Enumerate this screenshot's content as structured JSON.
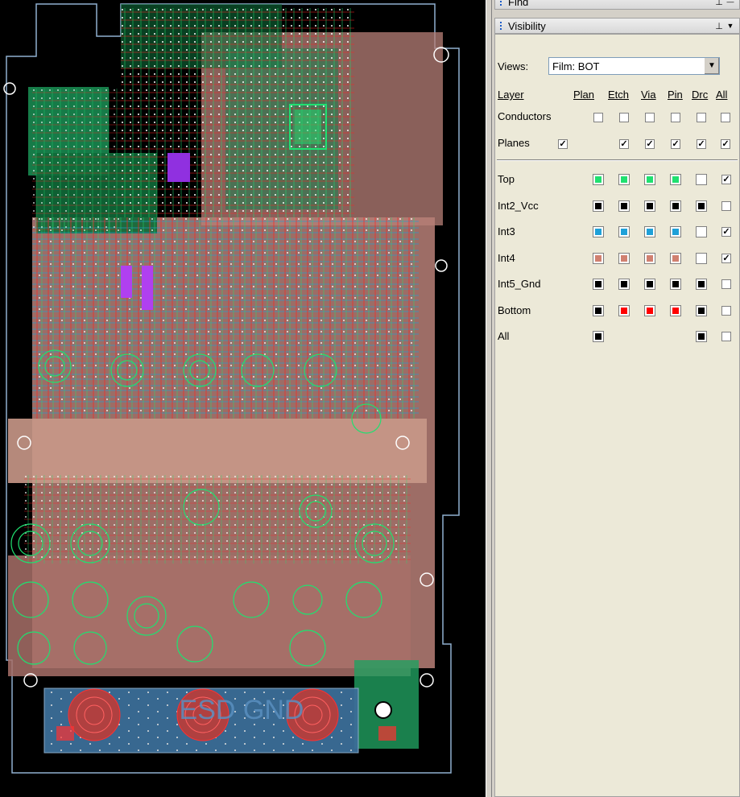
{
  "panels": {
    "find_title": "Find",
    "visibility_title": "Visibility",
    "pin_icon": "pin-icon",
    "menu_icon": "dropdown-arrow-icon"
  },
  "views": {
    "label": "Views:",
    "selected": "Film: BOT"
  },
  "columns": {
    "layer": "Layer",
    "plan": "Plan",
    "etch": "Etch",
    "via": "Via",
    "pin": "Pin",
    "drc": "Drc",
    "all": "All"
  },
  "global_rows": [
    {
      "label": "Conductors",
      "plan": false,
      "etch": false,
      "via": false,
      "pin": false,
      "drc": false,
      "all": false
    },
    {
      "label": "Planes",
      "plan": true,
      "etch": true,
      "via": true,
      "pin": true,
      "drc": true,
      "all": true
    }
  ],
  "layers": [
    {
      "name": "Top",
      "color": "#20e070",
      "plan": true,
      "etch": true,
      "via": true,
      "pin": true,
      "drc": "#ffffff",
      "all_checked": true
    },
    {
      "name": "Int2_Vcc",
      "color": "#000000",
      "plan": true,
      "etch": true,
      "via": true,
      "pin": true,
      "drc": "#000000",
      "all_checked": false
    },
    {
      "name": "Int3",
      "color": "#1ea0d8",
      "plan": true,
      "etch": true,
      "via": true,
      "pin": true,
      "drc": "#ffffff",
      "all_checked": true
    },
    {
      "name": "Int4",
      "color": "#d08070",
      "plan": true,
      "etch": true,
      "via": true,
      "pin": true,
      "drc": "#ffffff",
      "all_checked": true
    },
    {
      "name": "Int5_Gnd",
      "color": "#000000",
      "plan": true,
      "etch": true,
      "via": true,
      "pin": true,
      "drc": "#000000",
      "all_checked": false
    },
    {
      "name": "Bottom",
      "color": "#000000",
      "etch_color": "#ff0000",
      "via_color": "#ff0000",
      "pin_color": "#ff0000",
      "plan": true,
      "etch": true,
      "via": true,
      "pin": true,
      "drc": "#000000",
      "all_checked": false
    },
    {
      "name": "All",
      "color": "#000000",
      "plan": true,
      "etch": false,
      "via": false,
      "pin": false,
      "drc": "#000000",
      "all_checked": false
    }
  ],
  "board": {
    "silkscreen_text": "ESD GND",
    "background": "#000000",
    "outline_color": "#8fb0d0",
    "plane_color": "#b88078",
    "top_color": "#20e070",
    "bottom_color": "#ff2020",
    "int3_color": "#1ea0d8"
  }
}
